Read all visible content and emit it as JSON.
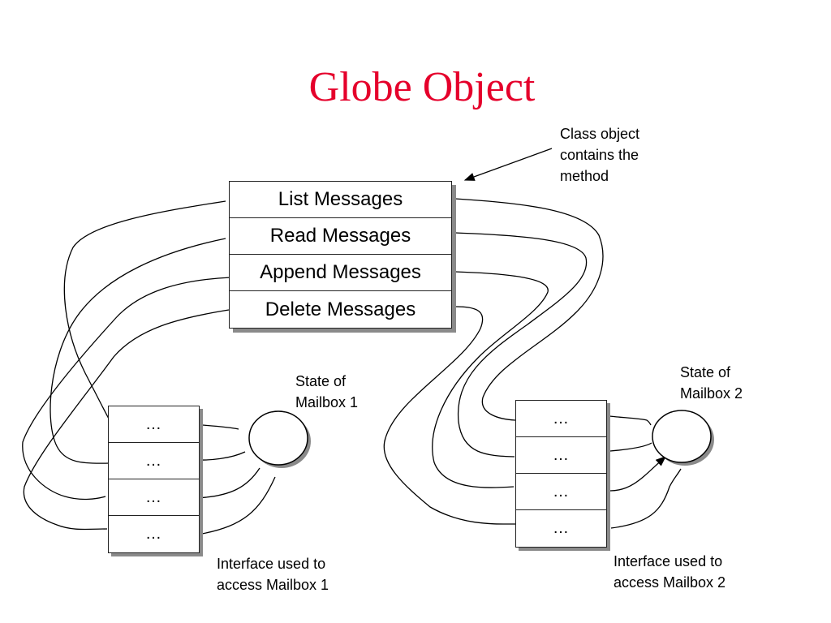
{
  "title": "Globe Object",
  "colors": {
    "title": "#e5002b",
    "stroke": "#000000",
    "shadow": "#8a8a8a"
  },
  "class_object": {
    "methods": [
      {
        "label": "List Messages"
      },
      {
        "label": "Read Messages"
      },
      {
        "label": "Append Messages"
      },
      {
        "label": "Delete Messages"
      }
    ],
    "annotation": "Class object\ncontains the\nmethod"
  },
  "mailboxes": [
    {
      "state_label": "State of\nMailbox 1",
      "interface_label": "Interface used to\naccess Mailbox 1",
      "interface_rows": [
        "…",
        "…",
        "…",
        "…"
      ]
    },
    {
      "state_label": "State of\nMailbox 2",
      "interface_label": "Interface used to\naccess Mailbox 2",
      "interface_rows": [
        "…",
        "…",
        "…",
        "…"
      ]
    }
  ]
}
